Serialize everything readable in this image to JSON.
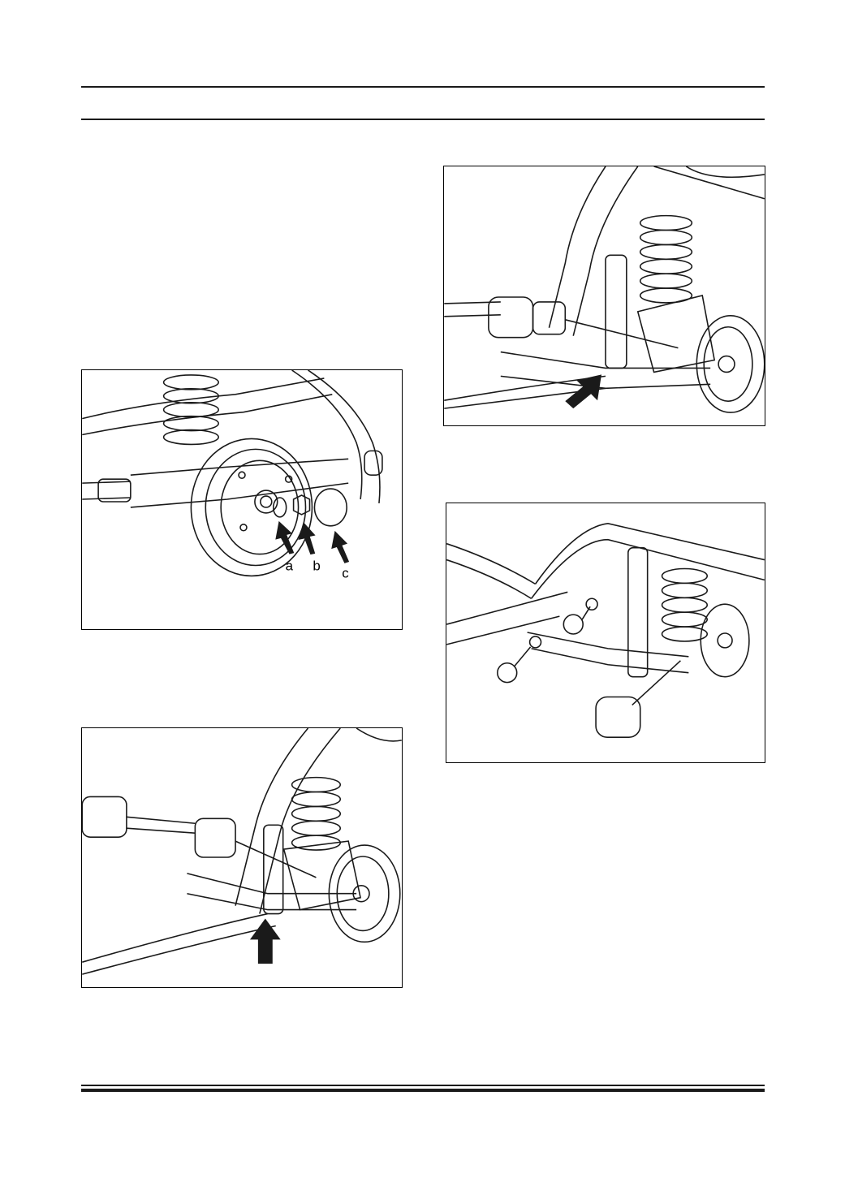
{
  "figures": {
    "hub_parts": {
      "callouts": [
        "a",
        "b",
        "c"
      ]
    },
    "track_rod": {},
    "lower_arm_rear": {},
    "lower_arm_bolts": {}
  },
  "colors": {
    "line": "#1a1a1a",
    "arrow_fill": "#1a1a1a",
    "background": "#ffffff"
  }
}
